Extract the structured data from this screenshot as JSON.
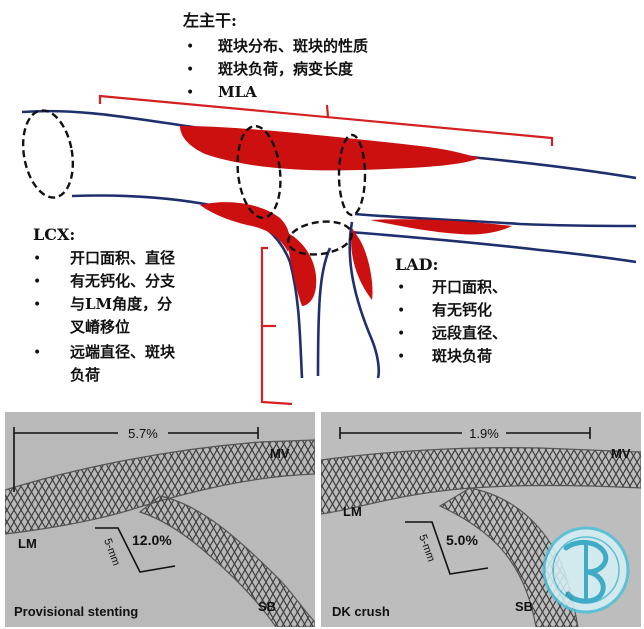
{
  "top_section": {
    "lm": {
      "title": "左主干:",
      "items": [
        "斑块分布、斑块的性质",
        "斑块负荷，病变长度",
        "MLA"
      ]
    },
    "lcx": {
      "title": "LCX:",
      "items": [
        "开口面积、直径",
        "有无钙化、分支",
        "与LM角度，分",
        "叉嵴移位",
        "远端直径、斑块",
        "负荷"
      ]
    },
    "lad": {
      "title": "LAD:",
      "items": [
        "开口面积、",
        "有无钙化",
        "远段直径、",
        "斑块负荷"
      ]
    }
  },
  "panels": [
    {
      "caption": "Provisional stenting",
      "percent_top": "5.7%",
      "percent_mid": "12.0%",
      "length_label": "5-mm",
      "labels": {
        "mv": "MV",
        "lm": "LM",
        "sb": "SB"
      }
    },
    {
      "caption": "DK crush",
      "percent_top": "1.9%",
      "percent_mid": "5.0%",
      "length_label": "5-mm",
      "labels": {
        "mv": "MV",
        "lm": "LM",
        "sb": "SB"
      }
    }
  ],
  "colors": {
    "vessel_outline": "#1f2f6e",
    "plaque": "#cc1010",
    "bracket": "#d42020",
    "panel_bg": "#b9b9b9",
    "stent": "#3c3c3c"
  }
}
